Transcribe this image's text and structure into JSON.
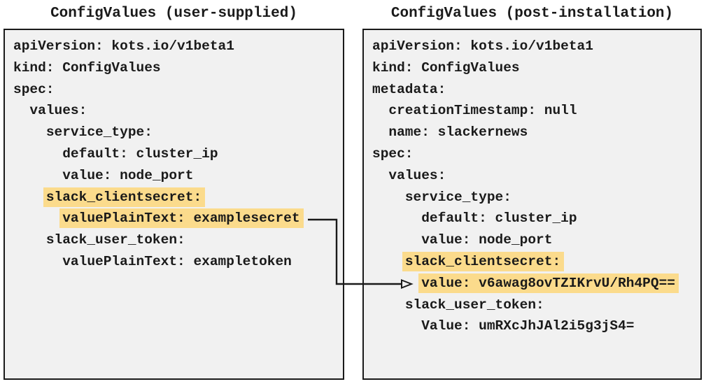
{
  "colors": {
    "highlight": "#FBDB8C",
    "panel_background": "#F1F1F1",
    "ink": "#1A1A1A",
    "arrow": "#1A1A1A"
  },
  "panels": [
    {
      "title": "ConfigValues (user-supplied)",
      "lines": [
        {
          "indent": 0,
          "text": "apiVersion: kots.io/v1beta1",
          "highlight": false
        },
        {
          "indent": 0,
          "text": "kind: ConfigValues",
          "highlight": false
        },
        {
          "indent": 0,
          "text": "spec:",
          "highlight": false
        },
        {
          "indent": 2,
          "text": "values:",
          "highlight": false
        },
        {
          "indent": 4,
          "text": "service_type:",
          "highlight": false
        },
        {
          "indent": 6,
          "text": "default: cluster_ip",
          "highlight": false
        },
        {
          "indent": 6,
          "text": "value: node_port",
          "highlight": false
        },
        {
          "indent": 4,
          "text": "slack_clientsecret:",
          "highlight": true
        },
        {
          "indent": 6,
          "text": "valuePlainText: examplesecret",
          "highlight": true
        },
        {
          "indent": 4,
          "text": "slack_user_token:",
          "highlight": false
        },
        {
          "indent": 6,
          "text": "valuePlainText: exampletoken",
          "highlight": false
        }
      ]
    },
    {
      "title": "ConfigValues (post-installation)",
      "lines": [
        {
          "indent": 0,
          "text": "apiVersion: kots.io/v1beta1",
          "highlight": false
        },
        {
          "indent": 0,
          "text": "kind: ConfigValues",
          "highlight": false
        },
        {
          "indent": 0,
          "text": "metadata:",
          "highlight": false
        },
        {
          "indent": 2,
          "text": "creationTimestamp: null",
          "highlight": false
        },
        {
          "indent": 2,
          "text": "name: slackernews",
          "highlight": false
        },
        {
          "indent": 0,
          "text": "spec:",
          "highlight": false
        },
        {
          "indent": 2,
          "text": "values:",
          "highlight": false
        },
        {
          "indent": 4,
          "text": "service_type:",
          "highlight": false
        },
        {
          "indent": 6,
          "text": "default: cluster_ip",
          "highlight": false
        },
        {
          "indent": 6,
          "text": "value: node_port",
          "highlight": false
        },
        {
          "indent": 4,
          "text": "slack_clientsecret:",
          "highlight": true
        },
        {
          "indent": 6,
          "text": "value: v6awag8ovTZIKrvU/Rh4PQ==",
          "highlight": true
        },
        {
          "indent": 4,
          "text": "slack_user_token:",
          "highlight": false
        },
        {
          "indent": 6,
          "text": "Value: umRXcJhJAl2i5g3jS4=",
          "highlight": false
        }
      ]
    }
  ],
  "connector": {
    "from": "valuePlainText: examplesecret",
    "to": "value: v6awag8ovTZIKrvU/Rh4PQ=="
  }
}
